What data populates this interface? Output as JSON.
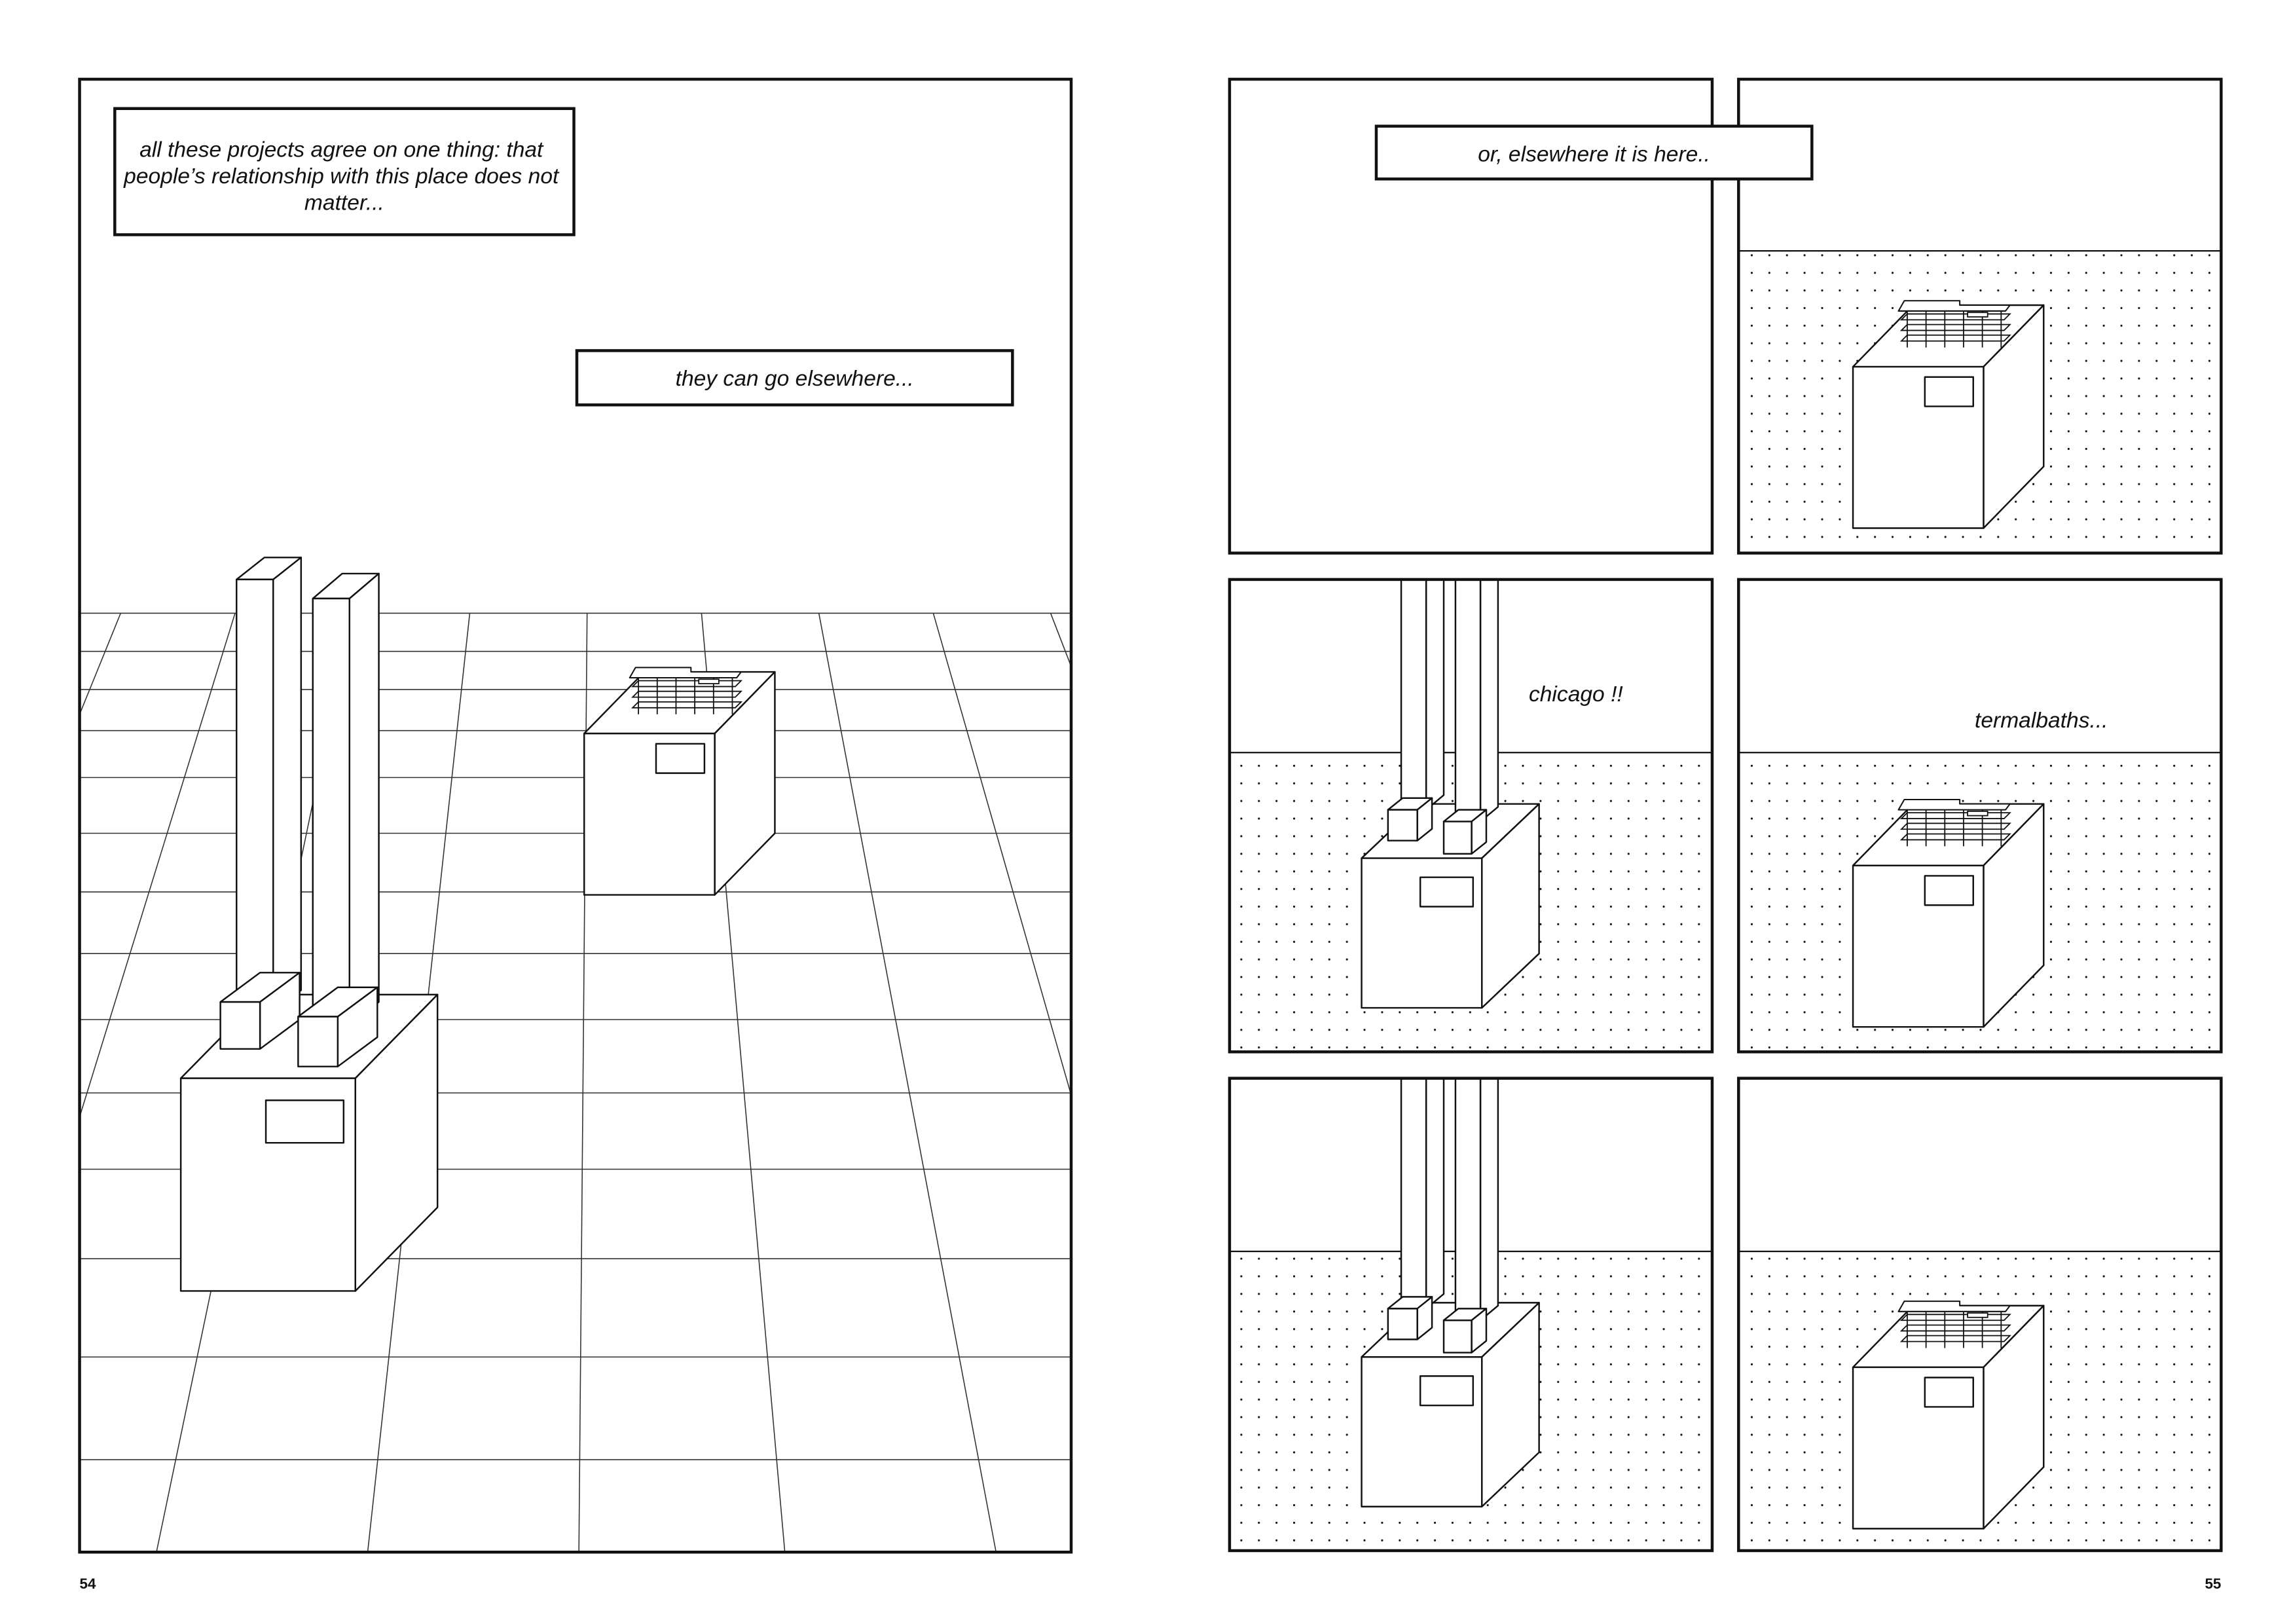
{
  "colors": {
    "ink": "#111111",
    "paper": "#ffffff"
  },
  "left_page": {
    "page_number": "54",
    "captions": {
      "first_lines": [
        "all these projects agree on one thing: that",
        "people’s relationship with this place does not",
        "matter..."
      ],
      "second": "they can go elsewhere..."
    }
  },
  "right_page": {
    "page_number": "55",
    "captions": {
      "here": "or, elsewhere it is here..",
      "chicago": "chicago !!",
      "termalbaths": "termalbaths..."
    }
  }
}
